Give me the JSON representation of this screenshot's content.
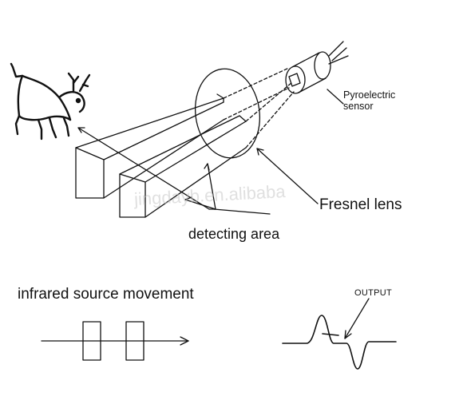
{
  "labels": {
    "sensor_line1": "Pyroelectric",
    "sensor_line2": "sensor",
    "fresnel": "Fresnel lens",
    "detecting": "detecting area",
    "movement": "infrared source movement",
    "output": "OUTPUT"
  },
  "watermark": "jingdayb.en.alibaba",
  "colors": {
    "ink": "#111111",
    "background": "#ffffff"
  }
}
